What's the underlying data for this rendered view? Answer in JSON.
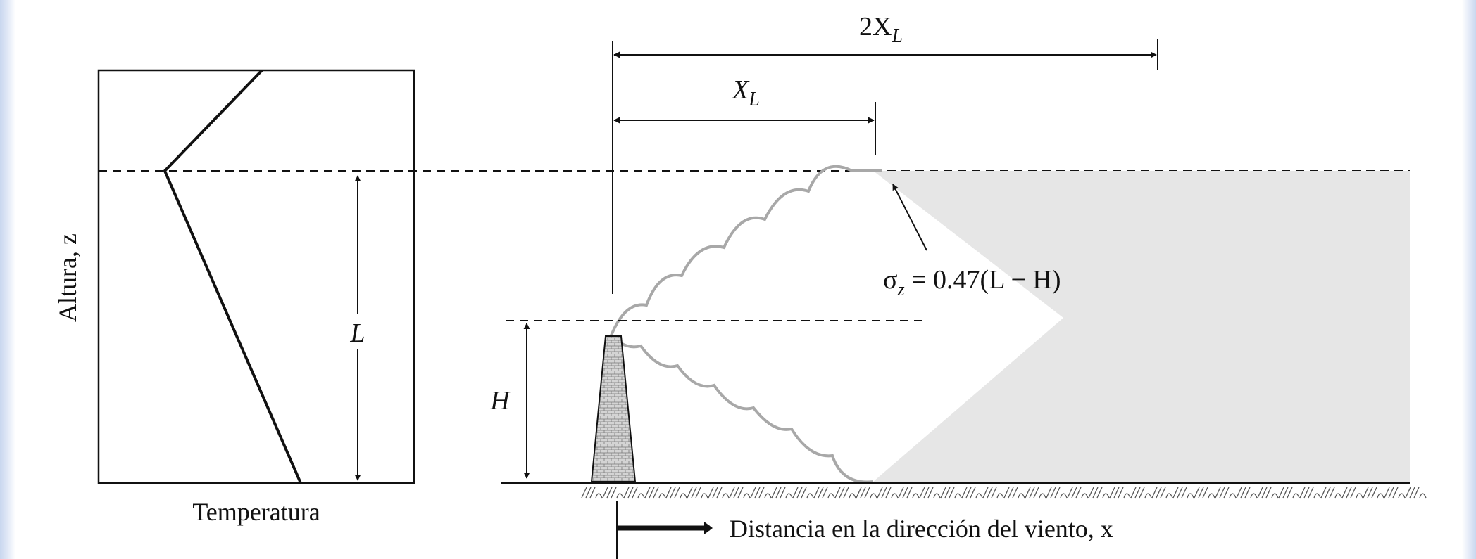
{
  "labels": {
    "y_axis": "Altura, z",
    "x_axis_left": "Temperatura",
    "downwind": "Distancia en la dirección del viento, x",
    "L": "L",
    "H": "H",
    "xl": "X",
    "xl_sub": "L",
    "two_xl": "2X",
    "two_xl_sub": "L",
    "sigma": "σ",
    "sigma_sub": "z",
    "sigma_eq": " = 0.47(L − H)"
  },
  "colors": {
    "line": "#111111",
    "plume_fill": "#e6e6e6",
    "plume_edge": "#a8a8a8",
    "stack_fill": "#cfcfcf",
    "border": "#c9d7ef"
  }
}
